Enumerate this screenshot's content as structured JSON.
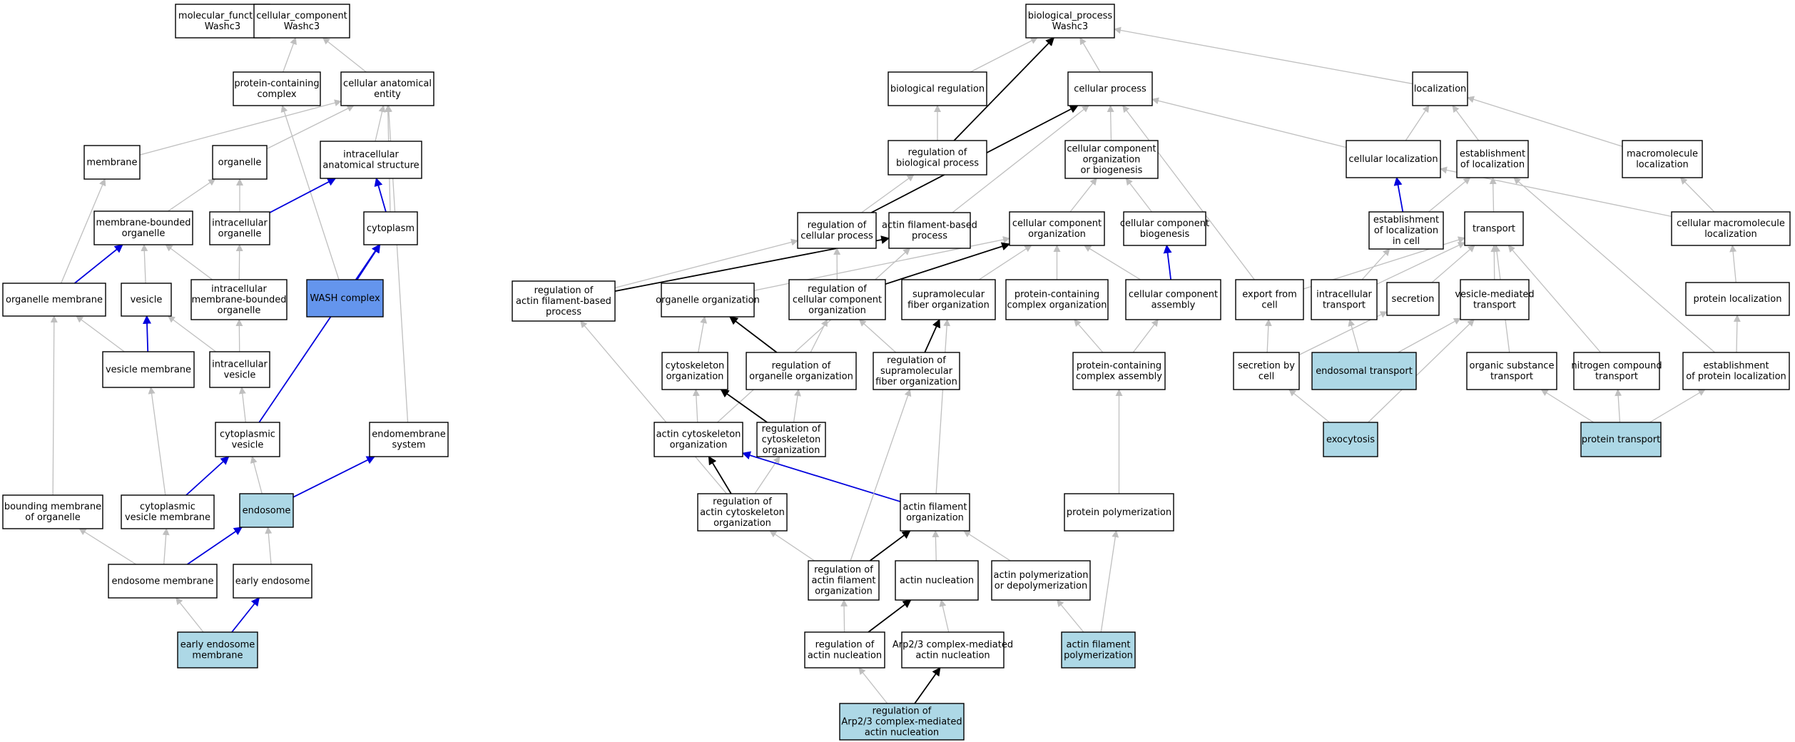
{
  "colors": {
    "edge_default": "#bfbfbf",
    "edge_part_of": "#0000dd",
    "edge_regulates": "#000000",
    "node_highlight": "#add8e6",
    "node_focus": "#6495ed",
    "node_default": "#ffffff"
  },
  "nodes": [
    {
      "id": "mf",
      "lines": [
        "molecular_function",
        "Washc3"
      ],
      "style": "default"
    },
    {
      "id": "cc",
      "lines": [
        "cellular_component",
        "Washc3"
      ],
      "style": "default"
    },
    {
      "id": "pcc",
      "lines": [
        "protein-containing",
        "complex"
      ],
      "style": "default"
    },
    {
      "id": "cae",
      "lines": [
        "cellular anatomical",
        "entity"
      ],
      "style": "default"
    },
    {
      "id": "membrane",
      "lines": [
        "membrane"
      ],
      "style": "default"
    },
    {
      "id": "organelle",
      "lines": [
        "organelle"
      ],
      "style": "default"
    },
    {
      "id": "ias",
      "lines": [
        "intracellular",
        "anatomical structure"
      ],
      "style": "default"
    },
    {
      "id": "mbo",
      "lines": [
        "membrane-bounded",
        "organelle"
      ],
      "style": "default"
    },
    {
      "id": "io",
      "lines": [
        "intracellular",
        "organelle"
      ],
      "style": "default"
    },
    {
      "id": "cytoplasm",
      "lines": [
        "cytoplasm"
      ],
      "style": "default"
    },
    {
      "id": "om",
      "lines": [
        "organelle membrane"
      ],
      "style": "default"
    },
    {
      "id": "vesicle",
      "lines": [
        "vesicle"
      ],
      "style": "default"
    },
    {
      "id": "imbo",
      "lines": [
        "intracellular",
        "membrane-bounded",
        "organelle"
      ],
      "style": "default"
    },
    {
      "id": "wash",
      "lines": [
        "WASH complex"
      ],
      "style": "focus"
    },
    {
      "id": "vm",
      "lines": [
        "vesicle membrane"
      ],
      "style": "default"
    },
    {
      "id": "iv",
      "lines": [
        "intracellular",
        "vesicle"
      ],
      "style": "default"
    },
    {
      "id": "cv",
      "lines": [
        "cytoplasmic",
        "vesicle"
      ],
      "style": "default"
    },
    {
      "id": "ems",
      "lines": [
        "endomembrane",
        "system"
      ],
      "style": "default"
    },
    {
      "id": "bmo",
      "lines": [
        "bounding membrane",
        "of organelle"
      ],
      "style": "default"
    },
    {
      "id": "cvm",
      "lines": [
        "cytoplasmic",
        "vesicle membrane"
      ],
      "style": "default"
    },
    {
      "id": "endosome",
      "lines": [
        "endosome"
      ],
      "style": "highlight"
    },
    {
      "id": "em",
      "lines": [
        "endosome membrane"
      ],
      "style": "default"
    },
    {
      "id": "ee",
      "lines": [
        "early endosome"
      ],
      "style": "default"
    },
    {
      "id": "eem",
      "lines": [
        "early endosome",
        "membrane"
      ],
      "style": "highlight"
    },
    {
      "id": "bp",
      "lines": [
        "biological_process",
        "Washc3"
      ],
      "style": "default"
    },
    {
      "id": "breg",
      "lines": [
        "biological regulation"
      ],
      "style": "default"
    },
    {
      "id": "cp",
      "lines": [
        "cellular process"
      ],
      "style": "default"
    },
    {
      "id": "loc",
      "lines": [
        "localization"
      ],
      "style": "default"
    },
    {
      "id": "rbp",
      "lines": [
        "regulation of",
        "biological process"
      ],
      "style": "default"
    },
    {
      "id": "ccob",
      "lines": [
        "cellular component",
        "organization",
        "or biogenesis"
      ],
      "style": "default"
    },
    {
      "id": "cloc",
      "lines": [
        "cellular localization"
      ],
      "style": "default"
    },
    {
      "id": "eloc",
      "lines": [
        "establishment",
        "of localization"
      ],
      "style": "default"
    },
    {
      "id": "mloc",
      "lines": [
        "macromolecule",
        "localization"
      ],
      "style": "default"
    },
    {
      "id": "rcp",
      "lines": [
        "regulation of",
        "cellular process"
      ],
      "style": "default"
    },
    {
      "id": "afbp",
      "lines": [
        "actin filament-based",
        "process"
      ],
      "style": "default"
    },
    {
      "id": "cco",
      "lines": [
        "cellular component",
        "organization"
      ],
      "style": "default"
    },
    {
      "id": "ccb",
      "lines": [
        "cellular component",
        "biogenesis"
      ],
      "style": "default"
    },
    {
      "id": "elic",
      "lines": [
        "establishment",
        "of localization",
        "in cell"
      ],
      "style": "default"
    },
    {
      "id": "transport",
      "lines": [
        "transport"
      ],
      "style": "default"
    },
    {
      "id": "cmloc",
      "lines": [
        "cellular macromolecule",
        "localization"
      ],
      "style": "default"
    },
    {
      "id": "rafbp",
      "lines": [
        "regulation of",
        "actin filament-based",
        "process"
      ],
      "style": "default"
    },
    {
      "id": "oo",
      "lines": [
        "organelle organization"
      ],
      "style": "default"
    },
    {
      "id": "rcco",
      "lines": [
        "regulation of",
        "cellular component",
        "organization"
      ],
      "style": "default"
    },
    {
      "id": "sfo",
      "lines": [
        "supramolecular",
        "fiber organization"
      ],
      "style": "default"
    },
    {
      "id": "pcco",
      "lines": [
        "protein-containing",
        "complex organization"
      ],
      "style": "default"
    },
    {
      "id": "cca",
      "lines": [
        "cellular component",
        "assembly"
      ],
      "style": "default"
    },
    {
      "id": "efc",
      "lines": [
        "export from",
        "cell"
      ],
      "style": "default"
    },
    {
      "id": "it",
      "lines": [
        "intracellular",
        "transport"
      ],
      "style": "default"
    },
    {
      "id": "secretion",
      "lines": [
        "secretion"
      ],
      "style": "default"
    },
    {
      "id": "vmt",
      "lines": [
        "vesicle-mediated",
        "transport"
      ],
      "style": "default"
    },
    {
      "id": "ploc",
      "lines": [
        "protein localization"
      ],
      "style": "default"
    },
    {
      "id": "co",
      "lines": [
        "cytoskeleton",
        "organization"
      ],
      "style": "default"
    },
    {
      "id": "roo",
      "lines": [
        "regulation of",
        "organelle organization"
      ],
      "style": "default"
    },
    {
      "id": "rsfo",
      "lines": [
        "regulation of",
        "supramolecular",
        "fiber organization"
      ],
      "style": "default"
    },
    {
      "id": "pcca",
      "lines": [
        "protein-containing",
        "complex assembly"
      ],
      "style": "default"
    },
    {
      "id": "sbc",
      "lines": [
        "secretion by",
        "cell"
      ],
      "style": "default"
    },
    {
      "id": "et",
      "lines": [
        "endosomal transport"
      ],
      "style": "highlight"
    },
    {
      "id": "ost",
      "lines": [
        "organic substance",
        "transport"
      ],
      "style": "default"
    },
    {
      "id": "nct",
      "lines": [
        "nitrogen compound",
        "transport"
      ],
      "style": "default"
    },
    {
      "id": "epl",
      "lines": [
        "establishment",
        "of protein localization"
      ],
      "style": "default"
    },
    {
      "id": "aco",
      "lines": [
        "actin cytoskeleton",
        "organization"
      ],
      "style": "default"
    },
    {
      "id": "rco",
      "lines": [
        "regulation of",
        "cytoskeleton",
        "organization"
      ],
      "style": "default"
    },
    {
      "id": "exo",
      "lines": [
        "exocytosis"
      ],
      "style": "highlight"
    },
    {
      "id": "pt",
      "lines": [
        "protein transport"
      ],
      "style": "highlight"
    },
    {
      "id": "raco",
      "lines": [
        "regulation of",
        "actin cytoskeleton",
        "organization"
      ],
      "style": "default"
    },
    {
      "id": "afo",
      "lines": [
        "actin filament",
        "organization"
      ],
      "style": "default"
    },
    {
      "id": "pp",
      "lines": [
        "protein polymerization"
      ],
      "style": "default"
    },
    {
      "id": "rafo",
      "lines": [
        "regulation of",
        "actin filament",
        "organization"
      ],
      "style": "default"
    },
    {
      "id": "an",
      "lines": [
        "actin nucleation"
      ],
      "style": "default"
    },
    {
      "id": "apd",
      "lines": [
        "actin polymerization",
        "or depolymerization"
      ],
      "style": "default"
    },
    {
      "id": "ran",
      "lines": [
        "regulation of",
        "actin nucleation"
      ],
      "style": "default"
    },
    {
      "id": "arp",
      "lines": [
        "Arp2/3 complex-mediated",
        "actin nucleation"
      ],
      "style": "default"
    },
    {
      "id": "afp",
      "lines": [
        "actin filament",
        "polymerization"
      ],
      "style": "highlight"
    },
    {
      "id": "rarp",
      "lines": [
        "regulation of",
        "Arp2/3 complex-mediated",
        "actin nucleation"
      ],
      "style": "highlight"
    }
  ],
  "edges": [
    [
      "pcc",
      "cc",
      "default"
    ],
    [
      "cae",
      "cc",
      "default"
    ],
    [
      "membrane",
      "cae",
      "default"
    ],
    [
      "organelle",
      "cae",
      "default"
    ],
    [
      "ias",
      "cae",
      "default"
    ],
    [
      "cytoplasm",
      "cae",
      "default"
    ],
    [
      "wash",
      "pcc",
      "default"
    ],
    [
      "ems",
      "cae",
      "default"
    ],
    [
      "mbo",
      "organelle",
      "default"
    ],
    [
      "io",
      "organelle",
      "default"
    ],
    [
      "io",
      "ias",
      "part_of"
    ],
    [
      "cytoplasm",
      "ias",
      "part_of"
    ],
    [
      "om",
      "membrane",
      "default"
    ],
    [
      "om",
      "mbo",
      "part_of"
    ],
    [
      "vesicle",
      "mbo",
      "default"
    ],
    [
      "imbo",
      "mbo",
      "default"
    ],
    [
      "imbo",
      "io",
      "default"
    ],
    [
      "wash",
      "cytoplasm",
      "part_of"
    ],
    [
      "vm",
      "vesicle",
      "part_of"
    ],
    [
      "vm",
      "om",
      "default"
    ],
    [
      "iv",
      "vesicle",
      "default"
    ],
    [
      "iv",
      "imbo",
      "default"
    ],
    [
      "cv",
      "iv",
      "default"
    ],
    [
      "cv",
      "cytoplasm",
      "part_of"
    ],
    [
      "bmo",
      "om",
      "default"
    ],
    [
      "cvm",
      "vm",
      "default"
    ],
    [
      "cvm",
      "cv",
      "part_of"
    ],
    [
      "endosome",
      "cv",
      "default"
    ],
    [
      "endosome",
      "ems",
      "part_of"
    ],
    [
      "em",
      "bmo",
      "default"
    ],
    [
      "em",
      "cvm",
      "default"
    ],
    [
      "em",
      "endosome",
      "part_of"
    ],
    [
      "ee",
      "endosome",
      "default"
    ],
    [
      "eem",
      "em",
      "default"
    ],
    [
      "eem",
      "ee",
      "part_of"
    ],
    [
      "breg",
      "bp",
      "default"
    ],
    [
      "cp",
      "bp",
      "default"
    ],
    [
      "loc",
      "bp",
      "default"
    ],
    [
      "rbp",
      "breg",
      "default"
    ],
    [
      "rbp",
      "bp",
      "regulates"
    ],
    [
      "ccob",
      "cp",
      "default"
    ],
    [
      "cloc",
      "cp",
      "default"
    ],
    [
      "cloc",
      "loc",
      "default"
    ],
    [
      "eloc",
      "loc",
      "default"
    ],
    [
      "mloc",
      "loc",
      "default"
    ],
    [
      "rcp",
      "rbp",
      "default"
    ],
    [
      "rcp",
      "cp",
      "regulates"
    ],
    [
      "afbp",
      "cp",
      "default"
    ],
    [
      "cco",
      "ccob",
      "default"
    ],
    [
      "ccb",
      "ccob",
      "default"
    ],
    [
      "elic",
      "cloc",
      "part_of"
    ],
    [
      "elic",
      "eloc",
      "default"
    ],
    [
      "transport",
      "eloc",
      "default"
    ],
    [
      "cmloc",
      "cloc",
      "default"
    ],
    [
      "cmloc",
      "mloc",
      "default"
    ],
    [
      "rafbp",
      "rcp",
      "default"
    ],
    [
      "rafbp",
      "afbp",
      "regulates"
    ],
    [
      "oo",
      "cco",
      "default"
    ],
    [
      "rcco",
      "rcp",
      "default"
    ],
    [
      "rcco",
      "cco",
      "regulates"
    ],
    [
      "sfo",
      "cco",
      "default"
    ],
    [
      "pcco",
      "cco",
      "default"
    ],
    [
      "cca",
      "cco",
      "default"
    ],
    [
      "cca",
      "ccb",
      "part_of"
    ],
    [
      "efc",
      "cp",
      "default"
    ],
    [
      "efc",
      "transport",
      "default"
    ],
    [
      "it",
      "elic",
      "default"
    ],
    [
      "it",
      "transport",
      "default"
    ],
    [
      "secretion",
      "transport",
      "default"
    ],
    [
      "vmt",
      "transport",
      "default"
    ],
    [
      "ploc",
      "cmloc",
      "default"
    ],
    [
      "co",
      "oo",
      "default"
    ],
    [
      "roo",
      "oo",
      "regulates"
    ],
    [
      "roo",
      "rcco",
      "default"
    ],
    [
      "rsfo",
      "sfo",
      "regulates"
    ],
    [
      "rsfo",
      "rcco",
      "default"
    ],
    [
      "pcca",
      "pcco",
      "default"
    ],
    [
      "pcca",
      "cca",
      "default"
    ],
    [
      "sbc",
      "efc",
      "default"
    ],
    [
      "sbc",
      "secretion",
      "default"
    ],
    [
      "et",
      "it",
      "default"
    ],
    [
      "et",
      "vmt",
      "default"
    ],
    [
      "ost",
      "transport",
      "default"
    ],
    [
      "nct",
      "transport",
      "default"
    ],
    [
      "epl",
      "eloc",
      "default"
    ],
    [
      "epl",
      "ploc",
      "default"
    ],
    [
      "aco",
      "co",
      "default"
    ],
    [
      "aco",
      "afbp",
      "default"
    ],
    [
      "rco",
      "co",
      "regulates"
    ],
    [
      "rco",
      "roo",
      "default"
    ],
    [
      "exo",
      "sbc",
      "default"
    ],
    [
      "exo",
      "vmt",
      "default"
    ],
    [
      "pt",
      "ost",
      "default"
    ],
    [
      "pt",
      "nct",
      "default"
    ],
    [
      "pt",
      "epl",
      "default"
    ],
    [
      "raco",
      "aco",
      "regulates"
    ],
    [
      "raco",
      "rafbp",
      "default"
    ],
    [
      "raco",
      "rco",
      "default"
    ],
    [
      "afo",
      "aco",
      "part_of"
    ],
    [
      "afo",
      "sfo",
      "default"
    ],
    [
      "pp",
      "pcca",
      "default"
    ],
    [
      "rafo",
      "afo",
      "regulates"
    ],
    [
      "rafo",
      "raco",
      "default"
    ],
    [
      "rafo",
      "rsfo",
      "default"
    ],
    [
      "an",
      "afo",
      "default"
    ],
    [
      "apd",
      "afo",
      "default"
    ],
    [
      "ran",
      "rafo",
      "default"
    ],
    [
      "ran",
      "an",
      "regulates"
    ],
    [
      "arp",
      "an",
      "default"
    ],
    [
      "afp",
      "apd",
      "default"
    ],
    [
      "afp",
      "pp",
      "default"
    ],
    [
      "rarp",
      "ran",
      "default"
    ],
    [
      "rarp",
      "arp",
      "regulates"
    ]
  ]
}
